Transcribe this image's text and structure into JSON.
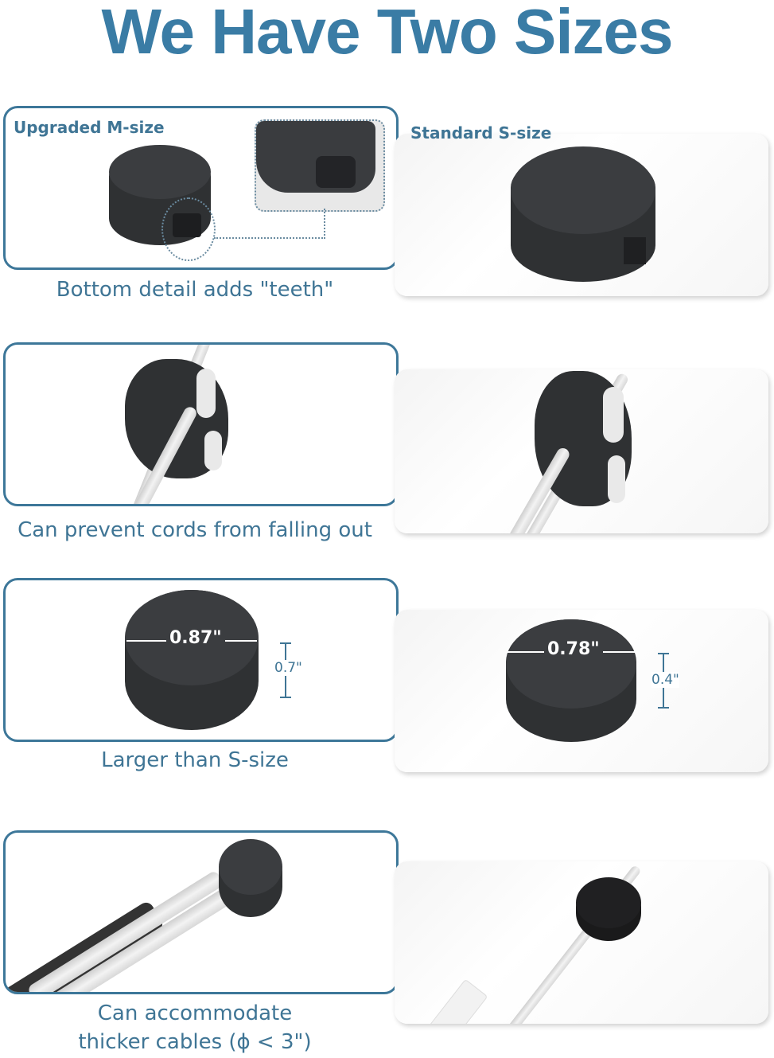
{
  "title": "We Have Two Sizes",
  "colors": {
    "accent": "#3a7ca5",
    "caption": "#3f7595",
    "puck": "#2f3133"
  },
  "rows": [
    {
      "m_label": "Upgraded M-size",
      "s_label": "Standard S-size",
      "caption": "Bottom detail adds \"teeth\""
    },
    {
      "caption": "Can prevent cords from falling out"
    },
    {
      "m_diameter": "0.87\"",
      "m_height": "0.7\"",
      "s_diameter": "0.78\"",
      "s_height": "0.4\"",
      "caption": "Larger than S-size"
    },
    {
      "caption_line1": "Can accommodate",
      "caption_line2": "thicker cables (ϕ < 3\")"
    }
  ],
  "icons": {
    "arrow": "arrow-right-triangle-icon"
  }
}
